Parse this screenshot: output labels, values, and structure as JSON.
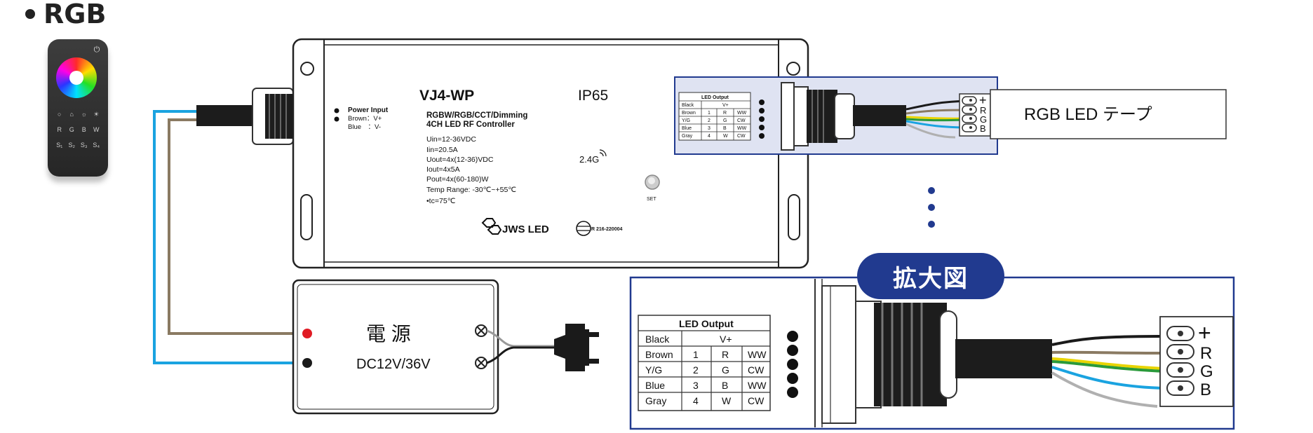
{
  "heading": {
    "title": "RGB"
  },
  "remote": {
    "power_icon": "power-icon",
    "keys": [
      "○",
      "⌂",
      "☼",
      "☀",
      "R",
      "G",
      "B",
      "W",
      "S₁",
      "S₂",
      "S₃",
      "S₄"
    ]
  },
  "controller": {
    "model": "VJ4-WP",
    "ip_rating": "IP65",
    "subtitle_line1": "RGBW/RGB/CCT/Dimming",
    "subtitle_line2": "4CH LED RF Controller",
    "power_input": {
      "title": "Power Input",
      "brown": "Brown：V+",
      "blue": "Blue　：V-"
    },
    "specs": [
      "Uin=12-36VDC",
      "Iin=20.5A",
      "Uout=4x(12-36)VDC",
      "Iout=4x5A",
      "Pout=4x(60-180)W",
      "Temp Range: -30℃~+55℃",
      "•tc=75℃"
    ],
    "rf": "2.4G",
    "set_label": "SET",
    "brand": "JWS LED",
    "cert_code": "R 216-220004"
  },
  "led_output": {
    "title": "LED Output",
    "rows": [
      [
        "Black",
        "V+",
        "",
        ""
      ],
      [
        "Brown",
        "1",
        "R",
        "WW"
      ],
      [
        "Y/G",
        "2",
        "G",
        "CW"
      ],
      [
        "Blue",
        "3",
        "B",
        "WW"
      ],
      [
        "Gray",
        "4",
        "W",
        "CW"
      ]
    ]
  },
  "terminal_labels": [
    "+",
    "R",
    "G",
    "B"
  ],
  "led_tape_label": "RGB LED テープ",
  "power_supply": {
    "line1": "電 源",
    "line2": "DC12V/36V"
  },
  "zoom_label": "拡大図",
  "colors": {
    "accent_navy": "#213a8f",
    "highlight_fill": "#dfe3f2",
    "wire_blue": "#1aa3e0",
    "wire_brown": "#8a7a62",
    "wire_black": "#1a1a1a",
    "wire_yellow": "#e8d400",
    "wire_green": "#2a9a3a",
    "wire_gray": "#b0b0b0",
    "dot_red": "#e01b24"
  }
}
